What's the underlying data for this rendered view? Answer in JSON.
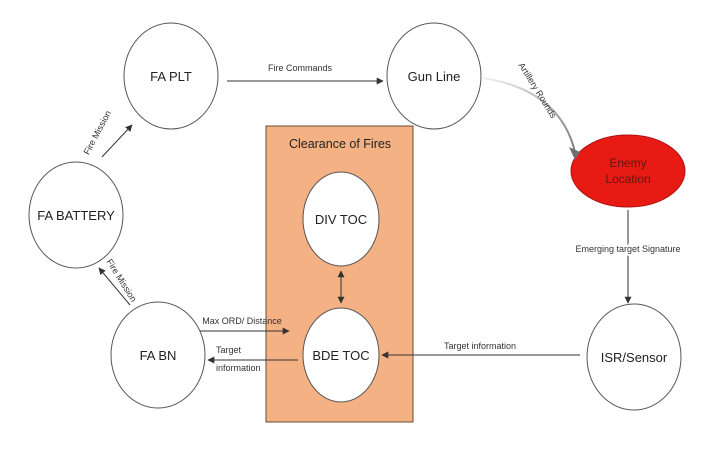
{
  "colors": {
    "background": "#ffffff",
    "node_stroke": "#555555",
    "node_fill": "#ffffff",
    "enemy_fill": "#e81b14",
    "enemy_text": "#5a1a10",
    "clearance_fill": "#f4b183",
    "clearance_stroke": "#6b4a30",
    "arrow": "#333333"
  },
  "nodes": {
    "fa_plt": "FA PLT",
    "gun_line": "Gun Line",
    "enemy_line1": "Enemy",
    "enemy_line2": "Location",
    "fa_battery": "FA BATTERY",
    "div_toc": "DIV TOC",
    "bde_toc": "BDE TOC",
    "fa_bn": "FA BN",
    "isr_sensor": "ISR/Sensor"
  },
  "clearance": {
    "title": "Clearance of Fires"
  },
  "edges": {
    "fire_commands": "Fire Commands",
    "artillery_rounds": "Artillery Rounds",
    "fire_mission_top": "Fire Mission",
    "fire_mission_bottom": "Fire Mission",
    "emerging_target": "Emerging target Signature",
    "target_info_isr": "Target information",
    "max_ord": "Max ORD/ Distance",
    "target_info_bn_line1": "Target",
    "target_info_bn_line2": "information"
  }
}
